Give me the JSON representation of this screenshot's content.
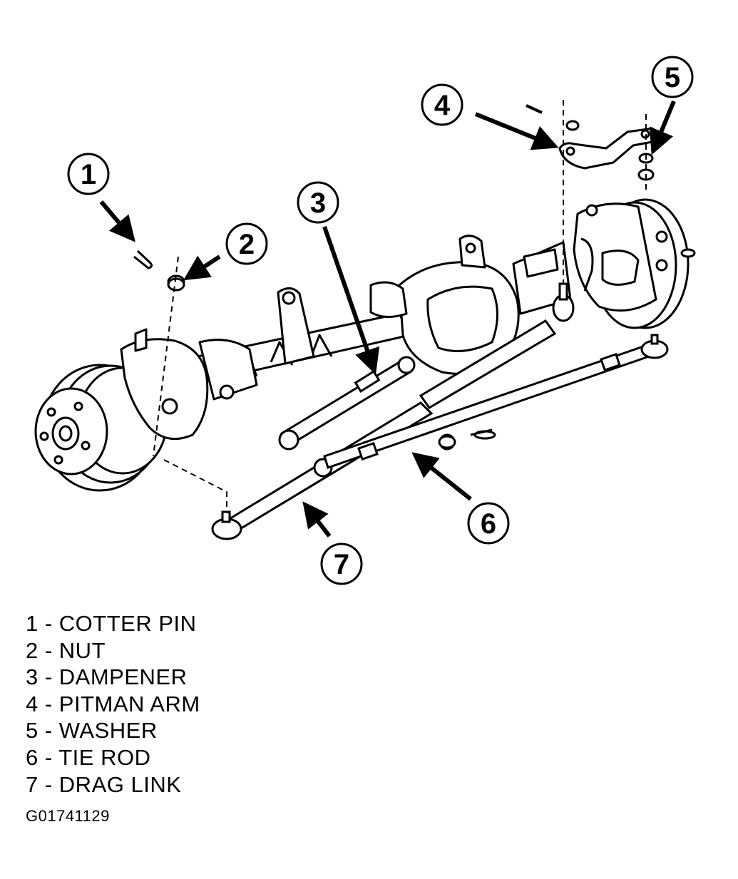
{
  "callouts": [
    {
      "number": "1"
    },
    {
      "number": "2"
    },
    {
      "number": "3"
    },
    {
      "number": "4"
    },
    {
      "number": "5"
    },
    {
      "number": "6"
    },
    {
      "number": "7"
    }
  ],
  "legend": [
    {
      "text": "1 - COTTER PIN"
    },
    {
      "text": "2 - NUT"
    },
    {
      "text": "3 - DAMPENER"
    },
    {
      "text": "4 - PITMAN ARM"
    },
    {
      "text": "5 - WASHER"
    },
    {
      "text": "6 - TIE ROD"
    },
    {
      "text": "7 - DRAG LINK"
    }
  ],
  "figure_code": "G01741129"
}
